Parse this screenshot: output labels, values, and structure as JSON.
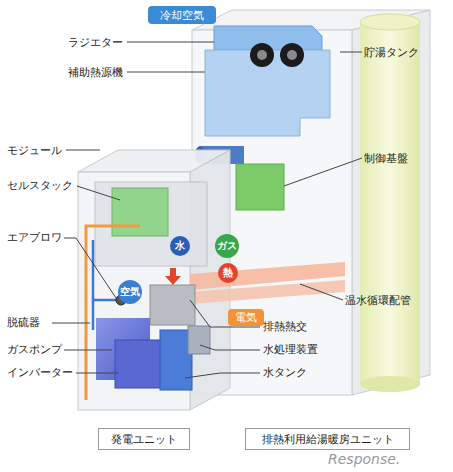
{
  "diagram": {
    "nodes": [
      {
        "text": [
          "冷却空気"
        ]
      },
      {
        "text": [
          "水"
        ]
      },
      {
        "text": [
          "ガス"
        ]
      },
      {
        "text": [
          "熱"
        ]
      },
      {
        "text": [
          "空気"
        ]
      },
      {
        "text": [
          "電気"
        ]
      },
      {
        "text": [
          "発電ユニット"
        ]
      },
      {
        "text": [
          "排熱利用給湯暖房ユニット"
        ]
      }
    ],
    "labels": [
      "ラジエター",
      "貯湯タンク",
      "補助熱源機",
      "モジュール",
      "制御基盤",
      "セルスタック",
      "エアブロワ",
      "温水循環配管",
      "脱硫器",
      "排熱熱交",
      "ガスポンプ",
      "水処理装置",
      "インバーター",
      "水タンク",
      "Response."
    ]
  }
}
